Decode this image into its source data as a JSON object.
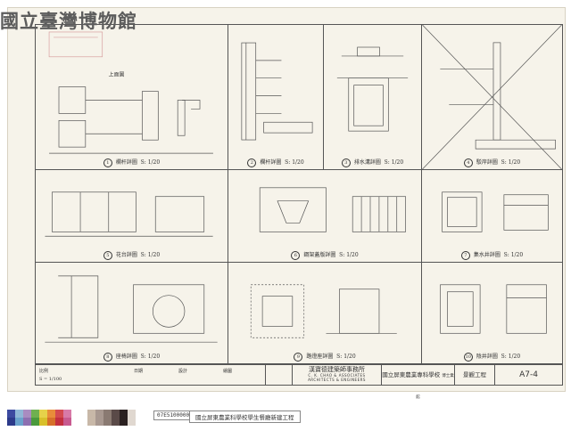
{
  "logo_text": "國立臺灣博物館",
  "firm": {
    "zh": "漢寶德建築師事務所",
    "en1": "C. K. CHAO & ASSOCIATES",
    "en2": "ARCHITECTS & ENGINEERS"
  },
  "project": "國立屏東農業專科學校",
  "project_sub": "博士業館",
  "sheet_title": "景觀工程",
  "drawing_no": "A7-4",
  "scale_note": "S = 1/100",
  "revision_labels": [
    "比例",
    "日期",
    "設計",
    "繪圖"
  ],
  "details": [
    {
      "n": "1",
      "title": "欄杆詳圖",
      "scale": "S: 1/20",
      "sub": "上面圖"
    },
    {
      "n": "2",
      "title": "欄杆詳圖",
      "scale": "S: 1/20",
      "sub": ""
    },
    {
      "n": "3",
      "title": "排水溝詳圖",
      "scale": "S: 1/20",
      "sub": ""
    },
    {
      "n": "4",
      "title": "駁岸詳圖",
      "scale": "S: 1/20",
      "sub": ""
    },
    {
      "n": "5",
      "title": "花台詳圖",
      "scale": "S: 1/20",
      "sub": ""
    },
    {
      "n": "6",
      "title": "鋼架蓋版詳圖",
      "scale": "S: 1/20",
      "sub": ""
    },
    {
      "n": "7",
      "title": "集水井詳圖",
      "scale": "S: 1/20",
      "sub": ""
    },
    {
      "n": "8",
      "title": "座椅詳圖",
      "scale": "S: 1/20",
      "sub": ""
    },
    {
      "n": "9",
      "title": "路燈座詳圖",
      "scale": "S: 1/20",
      "sub": ""
    },
    {
      "n": "10",
      "title": "陰井詳圖",
      "scale": "S: 1/20",
      "sub": ""
    }
  ],
  "barcode_text": "07E5100000",
  "institution": "國立屏東農業科學校學生餐廳新建工程",
  "color_bar": {
    "patches": [
      [
        "#3c4aa0",
        "#2c3a8a"
      ],
      [
        "#8fb7d6",
        "#6aa2cc"
      ],
      [
        "#a98cc0",
        "#8d6fb0"
      ],
      [
        "#6fb050",
        "#4a9a3c"
      ],
      [
        "#e6d24a",
        "#d8c02a"
      ],
      [
        "#e88d3a",
        "#d6702a"
      ],
      [
        "#d44a50",
        "#c43040"
      ],
      [
        "#d87aa8",
        "#c85a90"
      ]
    ],
    "grays": [
      "#c8b8a8",
      "#a89890",
      "#8a7a72",
      "#5a4a48",
      "#2a2020",
      "#e0d8d0"
    ]
  }
}
